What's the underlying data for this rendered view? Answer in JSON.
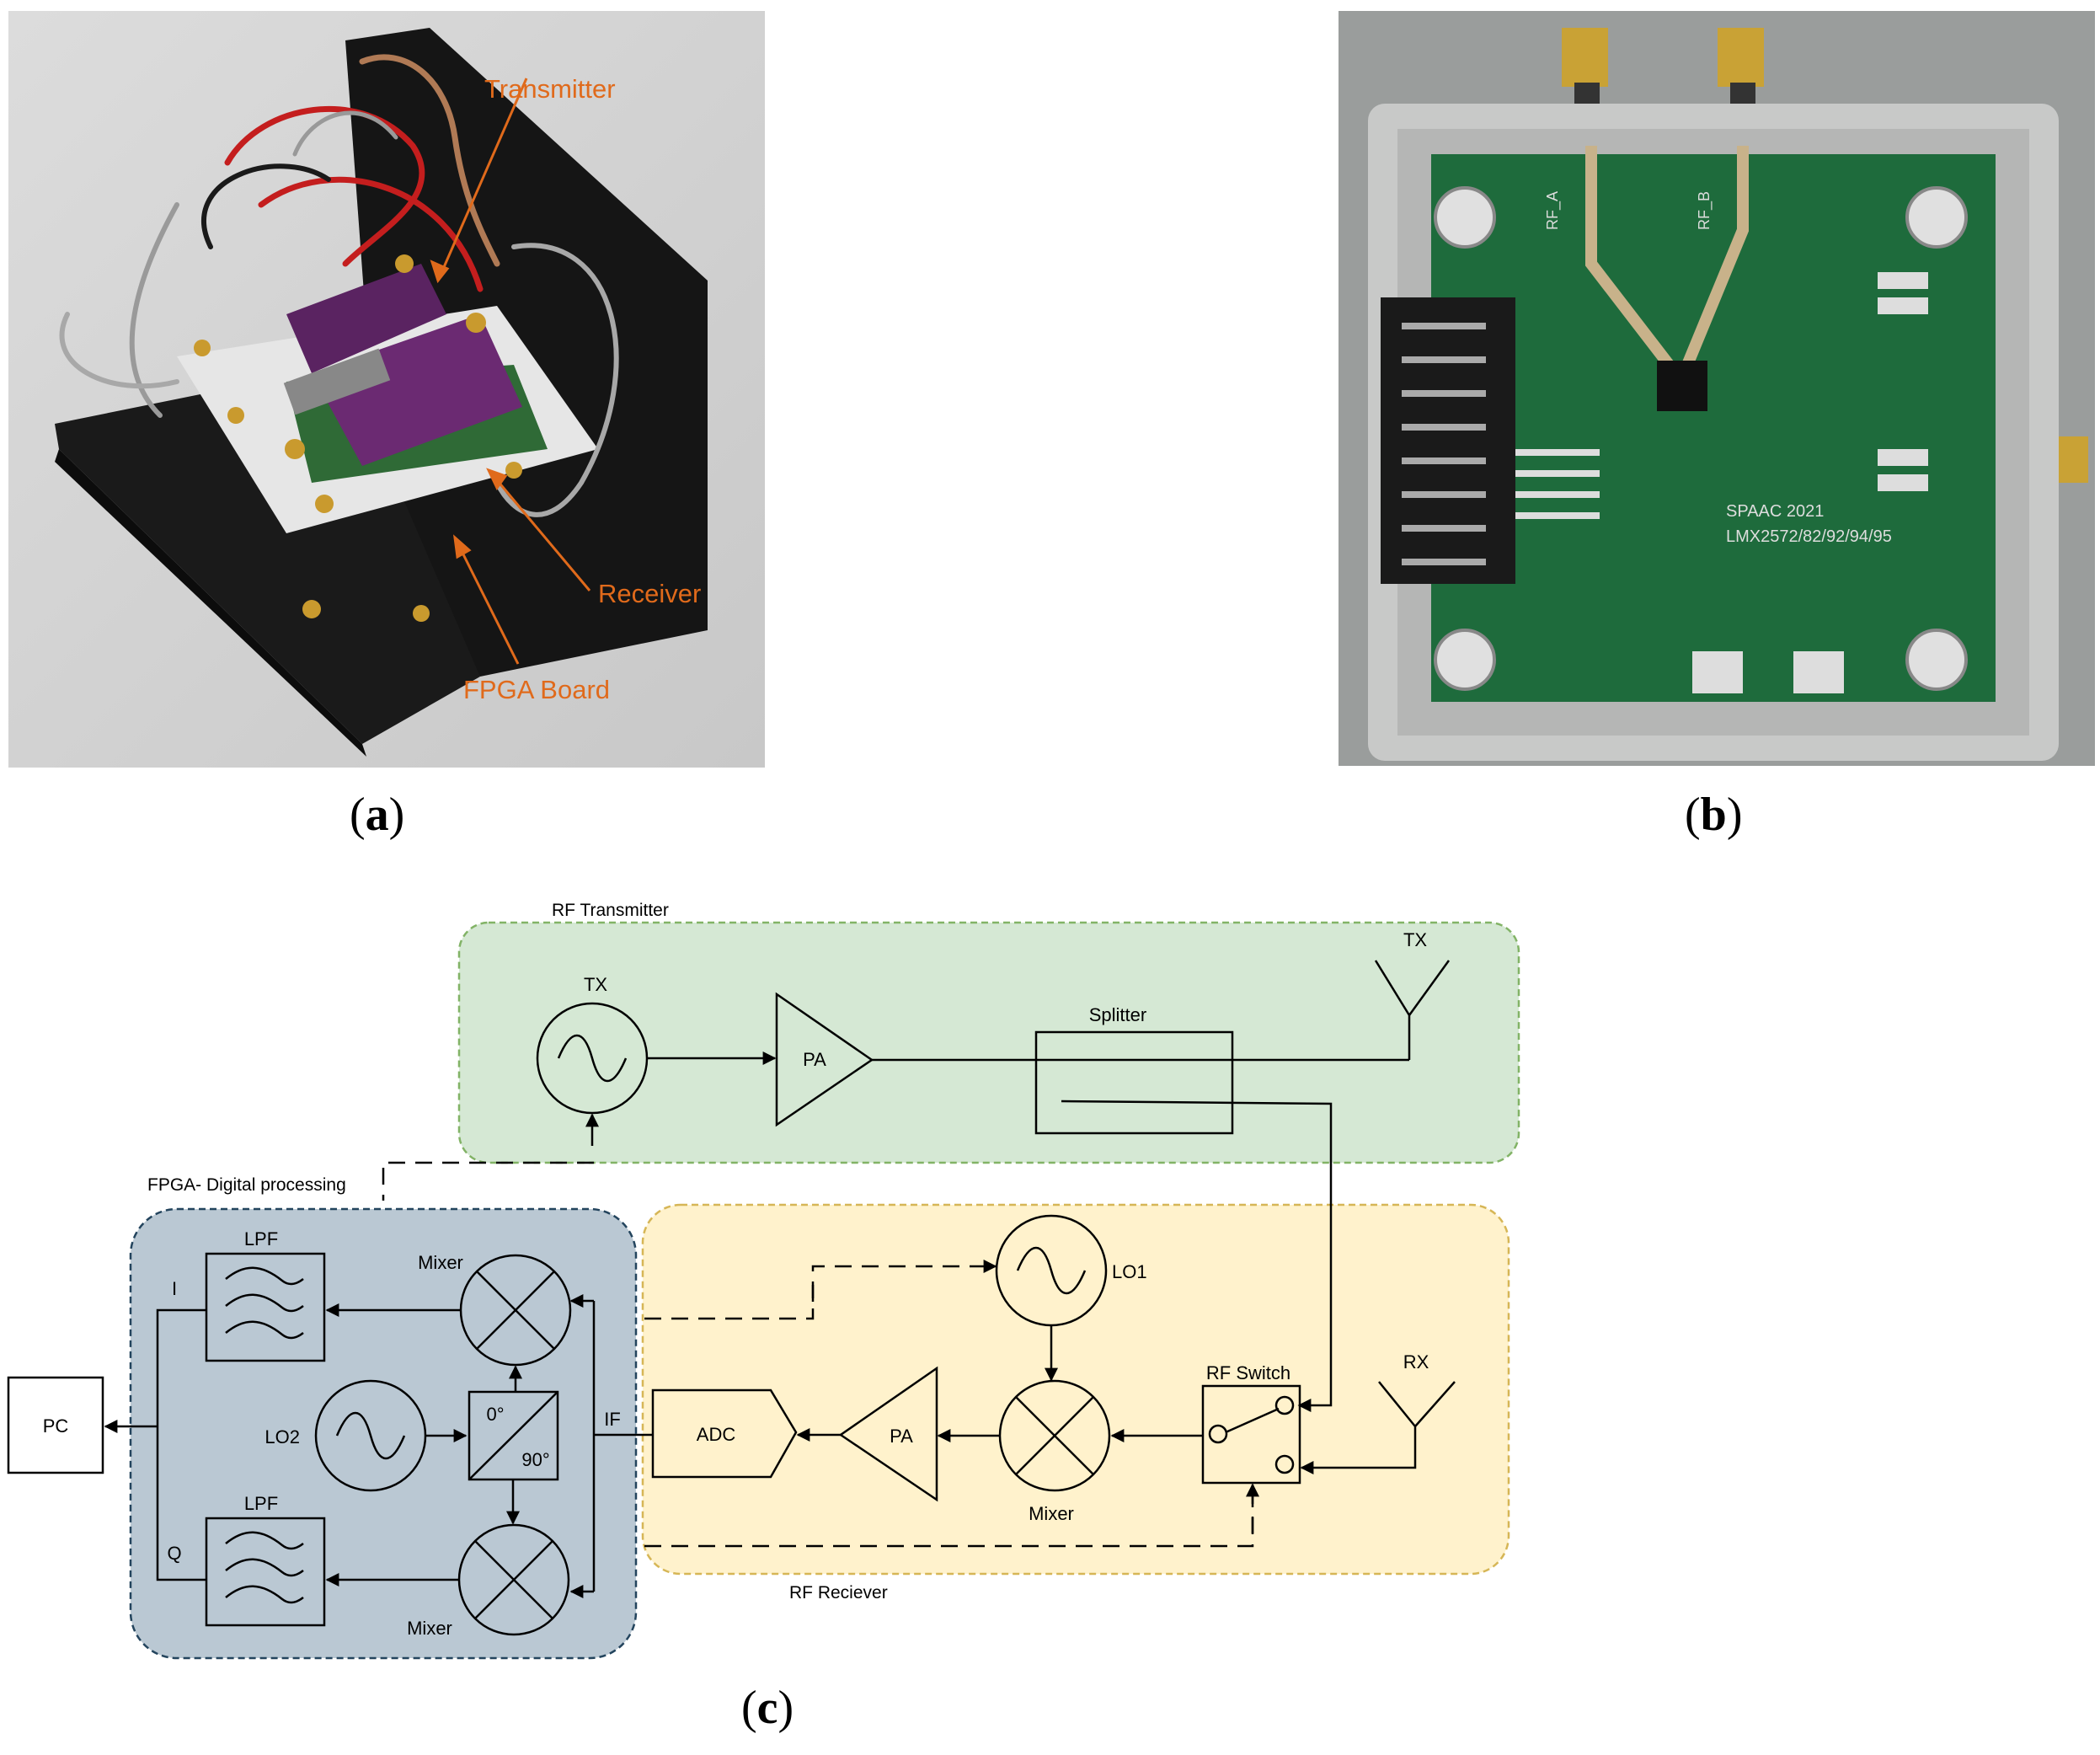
{
  "photo_a": {
    "callouts": {
      "transmitter": "Transmitter",
      "receiver": "Receiver",
      "fpga": "FPGA Board"
    },
    "colors": {
      "callout": "#e06a1b"
    }
  },
  "photo_b": {
    "silkscreen": {
      "rf_a": "RF_A",
      "rf_b": "RF_B",
      "line1": "SPAAC 2021",
      "line2": "LMX2572/82/92/94/95"
    }
  },
  "captions": {
    "a": {
      "letter": "a",
      "l": "(",
      "r": ")"
    },
    "b": {
      "letter": "b",
      "l": "(",
      "r": ")"
    },
    "c": {
      "letter": "c",
      "l": "(",
      "r": ")"
    }
  },
  "diagram": {
    "groups": {
      "transmitter": "RF Transmitter",
      "fpga": "FPGA- Digital processing",
      "receiver": "RF Reciever"
    },
    "blocks": {
      "tx_source": "TX",
      "tx_pa": "PA",
      "splitter": "Splitter",
      "tx_antenna": "TX",
      "rx_antenna": "RX",
      "lo1": "LO1",
      "rf_switch": "RF Switch",
      "rx_mixer": "Mixer",
      "rx_pa": "PA",
      "adc": "ADC",
      "if": "IF",
      "lo2": "LO2",
      "phase_0": "0°",
      "phase_90": "90°",
      "mixer_top": "Mixer",
      "mixer_bottom": "Mixer",
      "lpf_top": "LPF",
      "lpf_bottom": "LPF",
      "i": "I",
      "q": "Q",
      "pc": "PC"
    },
    "colors": {
      "transmitter_fill": "#d5e8d4",
      "transmitter_stroke": "#82b366",
      "fpga_fill": "#bac8d3",
      "fpga_stroke": "#23445d",
      "receiver_fill": "#fff2cc",
      "receiver_stroke": "#d6b656",
      "line": "#000000"
    }
  }
}
